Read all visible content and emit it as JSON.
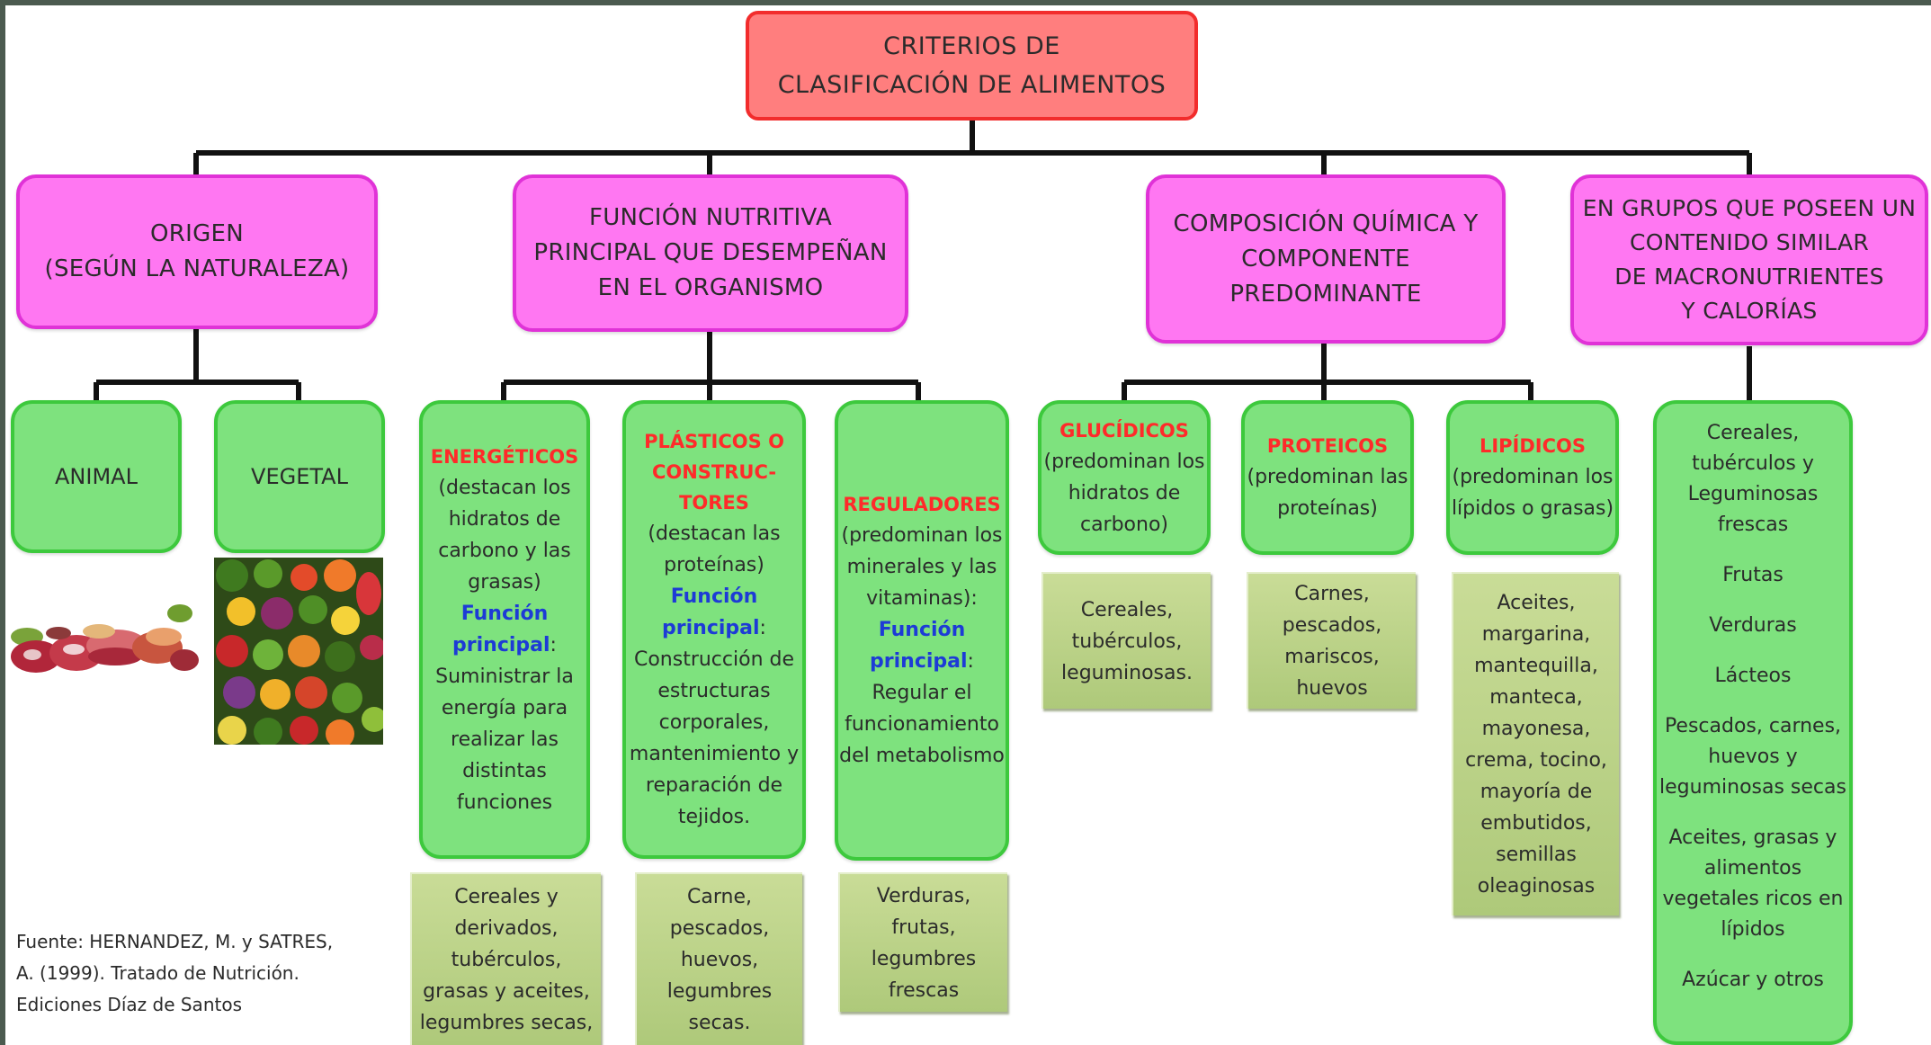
{
  "root": {
    "line1": "CRITERIOS DE",
    "line2": "CLASIFICACIÓN DE ALIMENTOS"
  },
  "categories": {
    "origen": {
      "line1": "ORIGEN",
      "line2": "(SEGÚN LA NATURALEZA)"
    },
    "funcion": {
      "line1": "FUNCIÓN NUTRITIVA",
      "line2": "PRINCIPAL QUE DESEMPEÑAN",
      "line3": "EN EL ORGANISMO"
    },
    "composicion": {
      "line1": "COMPOSICIÓN QUÍMICA Y",
      "line2": "COMPONENTE",
      "line3": "PREDOMINANTE"
    },
    "grupos": {
      "line1": "EN GRUPOS QUE POSEEN UN",
      "line2": "CONTENIDO  SIMILAR",
      "line3": "DE MACRONUTRIENTES",
      "line4": "Y CALORÍAS"
    }
  },
  "origen": {
    "animal": "ANIMAL",
    "vegetal": "VEGETAL"
  },
  "funcion": {
    "energeticos": {
      "title": "ENERGÉTICOS",
      "desc": [
        "(destacan los",
        "hidratos de",
        "carbono y las",
        "grasas)"
      ],
      "func_label_1": "Función",
      "func_label_2": "principal",
      "func_colon": ":",
      "func_text": [
        "Suministrar la",
        "energía para",
        "realizar las",
        "distintas",
        "funciones"
      ],
      "examples": [
        "Cereales y",
        "derivados,",
        "tubérculos,",
        "grasas y aceites,",
        "legumbres secas,"
      ]
    },
    "plasticos": {
      "title_1": "PLÁSTICOS O",
      "title_2": "CONSTRUC-",
      "title_3": "TORES",
      "desc": [
        "(destacan las",
        "proteínas)"
      ],
      "func_label_1": "Función",
      "func_label_2": "principal",
      "func_colon": ":",
      "func_text": [
        "Construcción de",
        "estructuras",
        "corporales,",
        "mantenimiento y",
        "reparación de",
        "tejidos."
      ],
      "examples": [
        "Carne,",
        "pescados,",
        "huevos,",
        "legumbres",
        "secas."
      ]
    },
    "reguladores": {
      "title": "REGULADORES",
      "desc": [
        "(predominan los",
        "minerales y las",
        "vitaminas):"
      ],
      "func_label_1": "Función",
      "func_label_2": "principal",
      "func_colon": ":",
      "func_text": [
        "Regular el",
        "funcionamiento",
        "del metabolismo"
      ],
      "examples": [
        "Verduras,",
        "frutas,",
        "legumbres",
        "frescas"
      ]
    }
  },
  "composicion": {
    "glucidicos": {
      "title": "GLUCÍDICOS",
      "desc": [
        "(predominan los",
        "hidratos de",
        "carbono)"
      ],
      "examples": [
        "Cereales,",
        "tubérculos,",
        "leguminosas."
      ]
    },
    "proteicos": {
      "title": "PROTEICOS",
      "desc": [
        "(predominan las",
        "proteínas)"
      ],
      "examples": [
        "Carnes,",
        "pescados,",
        "mariscos,",
        "huevos"
      ]
    },
    "lipidicos": {
      "title": "LIPÍDICOS",
      "desc": [
        "(predominan los",
        "lípidos o grasas)"
      ],
      "examples": [
        "Aceites,",
        "margarina,",
        "mantequilla,",
        "manteca,",
        "mayonesa,",
        "crema, tocino,",
        "mayoría de",
        "embutidos,",
        "semillas",
        "oleaginosas"
      ]
    }
  },
  "grupos": [
    [
      "Cereales,",
      "tubérculos y",
      "Leguminosas",
      "frescas"
    ],
    [
      "Frutas"
    ],
    [
      "Verduras"
    ],
    [
      "Lácteos"
    ],
    [
      "Pescados, carnes,",
      "huevos y",
      "leguminosas secas"
    ],
    [
      "Aceites, grasas y",
      "alimentos",
      "vegetales ricos en",
      "lípidos"
    ],
    [
      "Azúcar y otros"
    ]
  ],
  "source": [
    "Fuente: HERNANDEZ, M. y SATRES,",
    "A. (1999). Tratado de Nutrición.",
    "Ediciones Díaz de Santos"
  ],
  "colors": {
    "root": "#ff7e7e",
    "category": "#ff77f2",
    "subcategory": "#7ee27e",
    "example": "#bcd488",
    "title_red": "#ff2a2a",
    "label_blue": "#1d3bd6"
  }
}
